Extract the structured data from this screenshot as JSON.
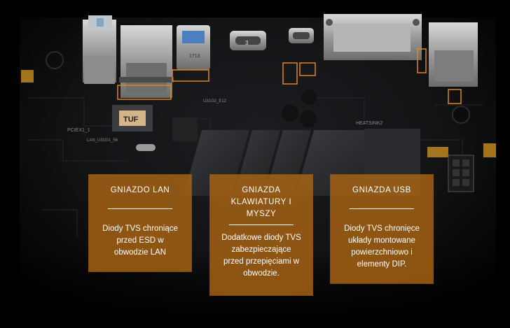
{
  "board": {
    "silkscreen": {
      "tuf": "TUF",
      "pciex1": "PCIEX1_1",
      "lan_chip": "LAN_U31G1_56",
      "usb_chip": "U31G2_E12",
      "heatsink": "HEATSINK2",
      "usb_port_top": "3",
      "usb_port_label": "1713"
    },
    "colors": {
      "background": "#000000",
      "pcb": "#15171a",
      "accent": "#e0851d",
      "panel": "#aa6414"
    }
  },
  "panels": {
    "lan": {
      "title": "GNIAZDO LAN",
      "description_lines": [
        "Diody TVS chroniące",
        "przed ESD w",
        "obwodzie LAN"
      ]
    },
    "keyboard": {
      "title_lines": [
        "GNIAZDA",
        "KLAWIATURY I",
        "MYSZY"
      ],
      "description_lines": [
        "Dodatkowe diody TVS",
        "zabezpieczające",
        "przed przepięciami w",
        "obwodzie."
      ]
    },
    "usb": {
      "title": "GNIAZDA USB",
      "description_lines": [
        "Diody TVS chronięce",
        "układy montowane",
        "powierzchniowo i",
        "elementy DIP."
      ]
    }
  }
}
